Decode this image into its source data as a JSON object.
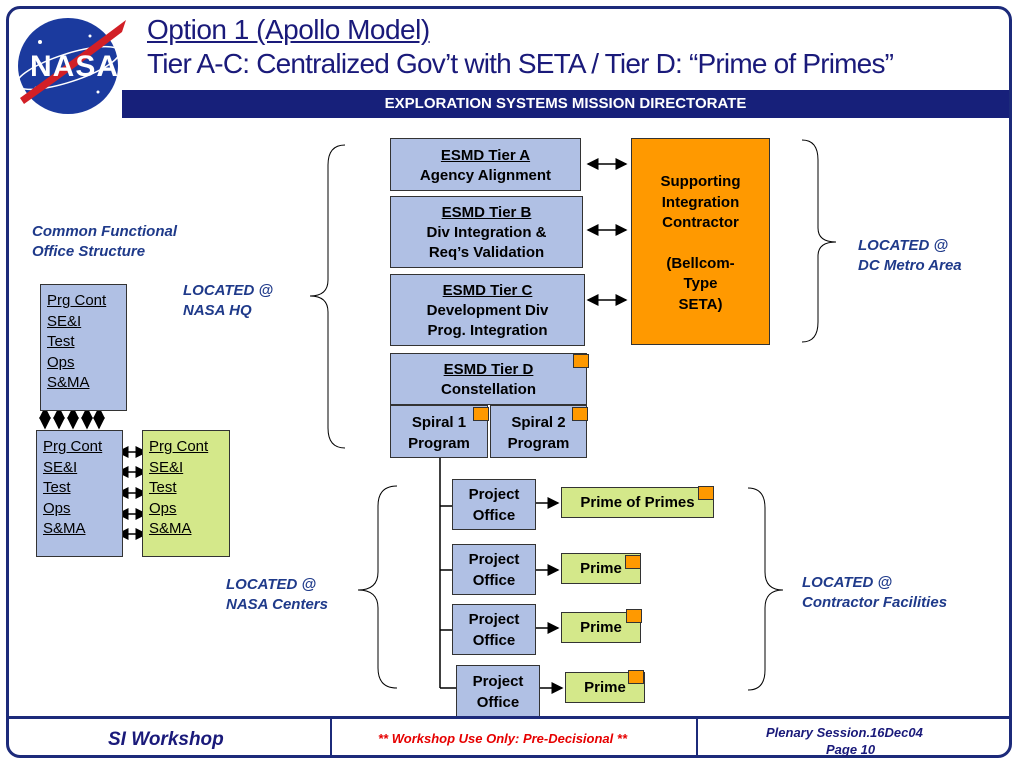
{
  "header": {
    "title_line1": "Option 1 (Apollo Model)",
    "title_line2": "Tier A-C: Centralized Gov’t with SETA / Tier D: “Prime of Primes”",
    "banner": "EXPLORATION SYSTEMS MISSION DIRECTORATE",
    "logo_text": "NASA"
  },
  "left": {
    "common_label_1": "Common Functional",
    "common_label_2": "Office Structure",
    "list_items": [
      "Prg Cont",
      "SE&I",
      "Test",
      "Ops",
      "S&MA"
    ]
  },
  "notes": {
    "hq_1": "LOCATED @",
    "hq_2": "NASA HQ",
    "dc_1": "LOCATED @",
    "dc_2": "DC Metro Area",
    "centers_1": "LOCATED @",
    "centers_2": "NASA Centers",
    "contractor_1": "LOCATED @",
    "contractor_2": "Contractor Facilities"
  },
  "tiers": {
    "a_title": "ESMD Tier A",
    "a_sub": "Agency Alignment",
    "b_title": "ESMD Tier B",
    "b_sub1": "Div Integration &",
    "b_sub2": "Req’s Validation",
    "c_title": "ESMD Tier C",
    "c_sub1": "Development Div",
    "c_sub2": "Prog. Integration",
    "d_title": "ESMD Tier D",
    "d_sub": "Constellation"
  },
  "contractor": {
    "line1": "Supporting",
    "line2": "Integration",
    "line3": "Contractor",
    "line4": "(Bellcom-",
    "line5": "Type",
    "line6": "SETA)"
  },
  "spirals": {
    "s1_1": "Spiral 1",
    "s1_2": "Program",
    "s2_1": "Spiral 2",
    "s2_2": "Program"
  },
  "projects": {
    "line1": "Project",
    "line2": "Office",
    "prime_of_primes": "Prime of Primes",
    "prime": "Prime"
  },
  "footer": {
    "left": "SI Workshop",
    "center": "** Workshop Use Only: Pre-Decisional **",
    "right1": "Plenary Session.16Dec04",
    "right2": "Page 10"
  },
  "colors": {
    "navy": "#17207a",
    "box_blue": "#b0c0e4",
    "box_green": "#d4e88a",
    "orange": "#ff9900"
  }
}
